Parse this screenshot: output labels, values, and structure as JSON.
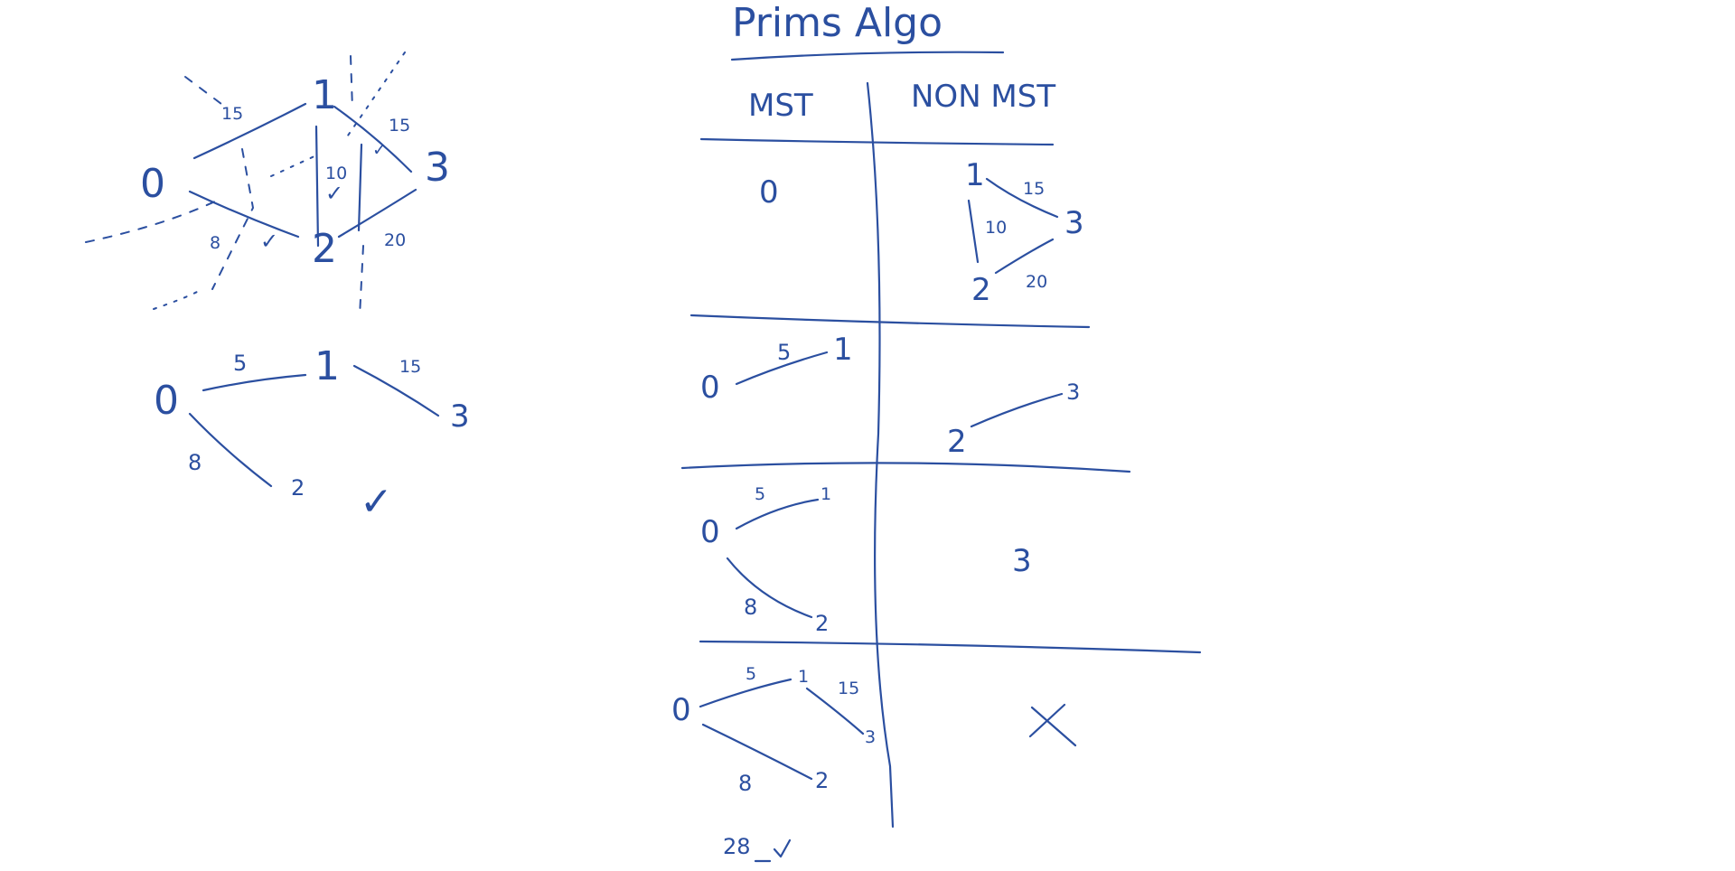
{
  "title": "Prims Algo",
  "table": {
    "mst_header": "MST",
    "non_mst_header": "NON MST",
    "rows": [
      {
        "mst": {
          "nodes": [
            "0"
          ],
          "edges": []
        },
        "non_mst": {
          "nodes": [
            "1",
            "2",
            "3"
          ],
          "edges": [
            [
              "1",
              "3",
              "15"
            ],
            [
              "1",
              "2",
              "10"
            ],
            [
              "2",
              "3",
              "20"
            ]
          ]
        }
      },
      {
        "mst": {
          "nodes": [
            "0",
            "1"
          ],
          "edges": [
            [
              "0",
              "1",
              "5"
            ]
          ]
        },
        "non_mst": {
          "nodes": [
            "2",
            "3"
          ],
          "edges": [
            [
              "2",
              "3",
              ""
            ]
          ]
        }
      },
      {
        "mst": {
          "nodes": [
            "0",
            "1",
            "2"
          ],
          "edges": [
            [
              "0",
              "1",
              "5"
            ],
            [
              "0",
              "2",
              "8"
            ]
          ]
        },
        "non_mst": {
          "nodes": [
            "3"
          ],
          "edges": []
        }
      },
      {
        "mst": {
          "nodes": [
            "0",
            "1",
            "2",
            "3"
          ],
          "edges": [
            [
              "0",
              "1",
              "5"
            ],
            [
              "1",
              "3",
              "15"
            ],
            [
              "0",
              "2",
              "8"
            ]
          ]
        },
        "non_mst": {
          "nodes": [],
          "edges": [],
          "mark": "✕"
        }
      }
    ],
    "total": "28"
  },
  "graph_top": {
    "nodes": [
      "0",
      "1",
      "2",
      "3"
    ],
    "edges": [
      [
        "0",
        "1",
        "15"
      ],
      [
        "0",
        "2",
        "8"
      ],
      [
        "1",
        "2",
        "10"
      ],
      [
        "1",
        "3",
        "15"
      ],
      [
        "2",
        "3",
        "20"
      ]
    ],
    "checks": [
      "✓",
      "✓",
      "✓"
    ]
  },
  "graph_mst": {
    "nodes": [
      "0",
      "1",
      "2",
      "3"
    ],
    "edges": [
      [
        "0",
        "1",
        "5"
      ],
      [
        "1",
        "3",
        "15"
      ],
      [
        "0",
        "2",
        "8"
      ]
    ],
    "check": "✓"
  }
}
